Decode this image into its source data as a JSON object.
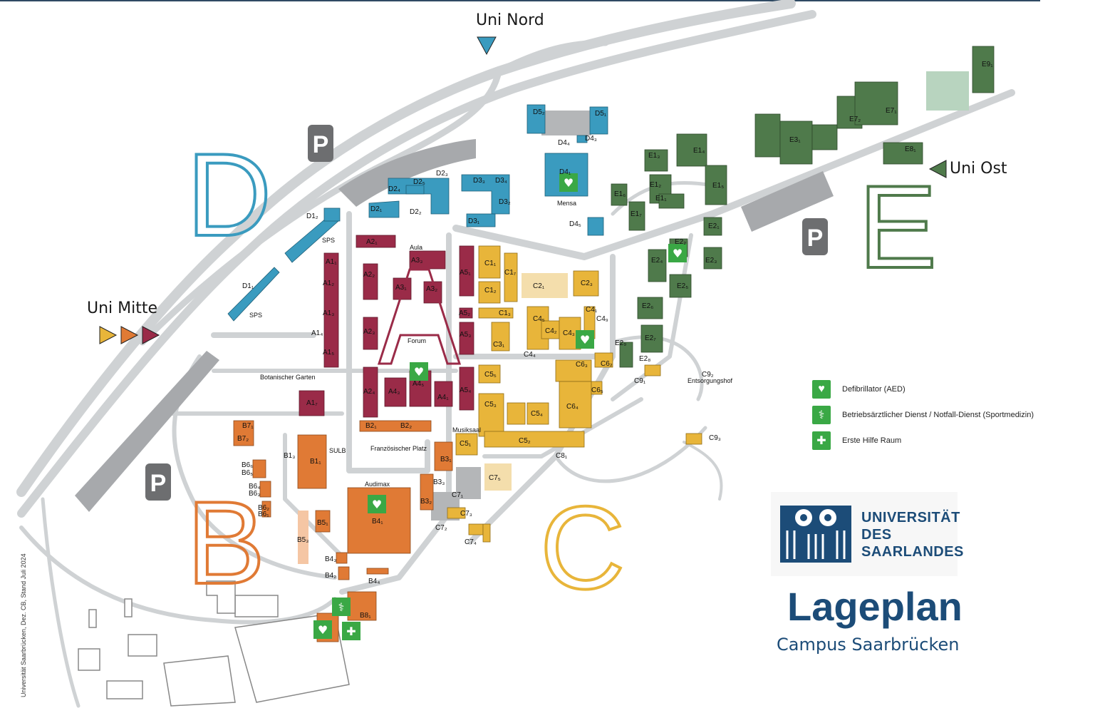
{
  "colors": {
    "road": "#cfd2d4",
    "zone_a": "#9a2b48",
    "zone_b": "#e07a35",
    "zone_c": "#e8b53a",
    "zone_d": "#3a9bbf",
    "zone_e": "#4f7a4b",
    "parking": "#6d6e70",
    "aed": "#3aa845",
    "brand": "#1c4c78"
  },
  "entrances": {
    "north": "Uni Nord",
    "east": "Uni Ost",
    "middle": "Uni Mitte"
  },
  "zones": [
    "A",
    "B",
    "C",
    "D",
    "E"
  ],
  "parking_label": "P",
  "buildings": {
    "D": [
      "D1₁",
      "D1₂",
      "D2₁",
      "D2₂",
      "D2₃",
      "D2₄",
      "D2₅",
      "D3₁",
      "D3₂",
      "D3₃",
      "D3₄",
      "D4₁",
      "D4₄",
      "D4₃",
      "D4₅",
      "D5₁",
      "D5₂"
    ],
    "A": [
      "A1₁",
      "A1₂",
      "A1₃",
      "A1₄",
      "A1₅",
      "A1₇",
      "A2₁",
      "A2₂",
      "A2₃",
      "A2₄",
      "A3₁",
      "A3₂",
      "A3₃",
      "A4₁",
      "A4₃",
      "A4₅",
      "A5₁",
      "A5₂",
      "A5₃",
      "A5₄"
    ],
    "B": [
      "B1₁",
      "B1₃",
      "B2₁",
      "B2₂",
      "B3₁",
      "B3₂",
      "B3₃",
      "B4₁",
      "B4₂",
      "B4₃",
      "B4₄",
      "B5₁",
      "B5₃",
      "B6₁",
      "B6₂",
      "B6₃",
      "B6₄",
      "B6₅",
      "B6₆",
      "B7₁",
      "B7₂",
      "B8₁"
    ],
    "C": [
      "C1₁",
      "C1₂",
      "C1₃",
      "C1₇",
      "C2₁",
      "C2₃",
      "C3₁",
      "C4₁",
      "C4₂",
      "C4₃",
      "C4₄",
      "C4₅",
      "C4₉",
      "C5₁",
      "C5₂",
      "C5₃",
      "C5₄",
      "C5₅",
      "C6₂",
      "C6₃",
      "C6₄",
      "C6₅",
      "C7₁",
      "C7₂",
      "C7₃",
      "C7₄",
      "C7₅",
      "C8₁",
      "C9₁",
      "C9₂",
      "C9₃"
    ],
    "E": [
      "E1₁",
      "E1₂",
      "E1₃",
      "E1₄",
      "E1₅",
      "E1₆",
      "E1₇",
      "E2₁",
      "E2₂",
      "E2₃",
      "E2₄",
      "E2₅",
      "E2₆",
      "E2₇",
      "E2₈",
      "E2₉",
      "E3₁",
      "E7₁",
      "E7₂",
      "E8₁",
      "E9₁"
    ]
  },
  "place_labels": {
    "aula": "Aula",
    "forum": "Forum",
    "mensa": "Mensa",
    "audimax": "Audimax",
    "musiksaal": "Musiksaal",
    "sulb": "SULB",
    "sps_1": "SPS",
    "sps_2": "SPS",
    "garden": "Botanischer Garten",
    "square": "Französischer Platz",
    "waste_yard": "Entsorgungshof"
  },
  "legend": [
    {
      "icon": "aed-icon",
      "label": "Defibrillator (AED)"
    },
    {
      "icon": "medical-service-icon",
      "label": "Betriebsärztlicher Dienst / Notfall-Dienst (Sportmedizin)"
    },
    {
      "icon": "first-aid-icon",
      "label": "Erste Hilfe Raum"
    }
  ],
  "brand": {
    "line1": "UNIVERSITÄT",
    "line2": "DES",
    "line3": "SAARLANDES"
  },
  "title": "Lageplan",
  "subtitle": "Campus Saarbrücken",
  "footer_vertical": "Universität Saarbrücken, Dez. CB, Stand Juli 2024"
}
